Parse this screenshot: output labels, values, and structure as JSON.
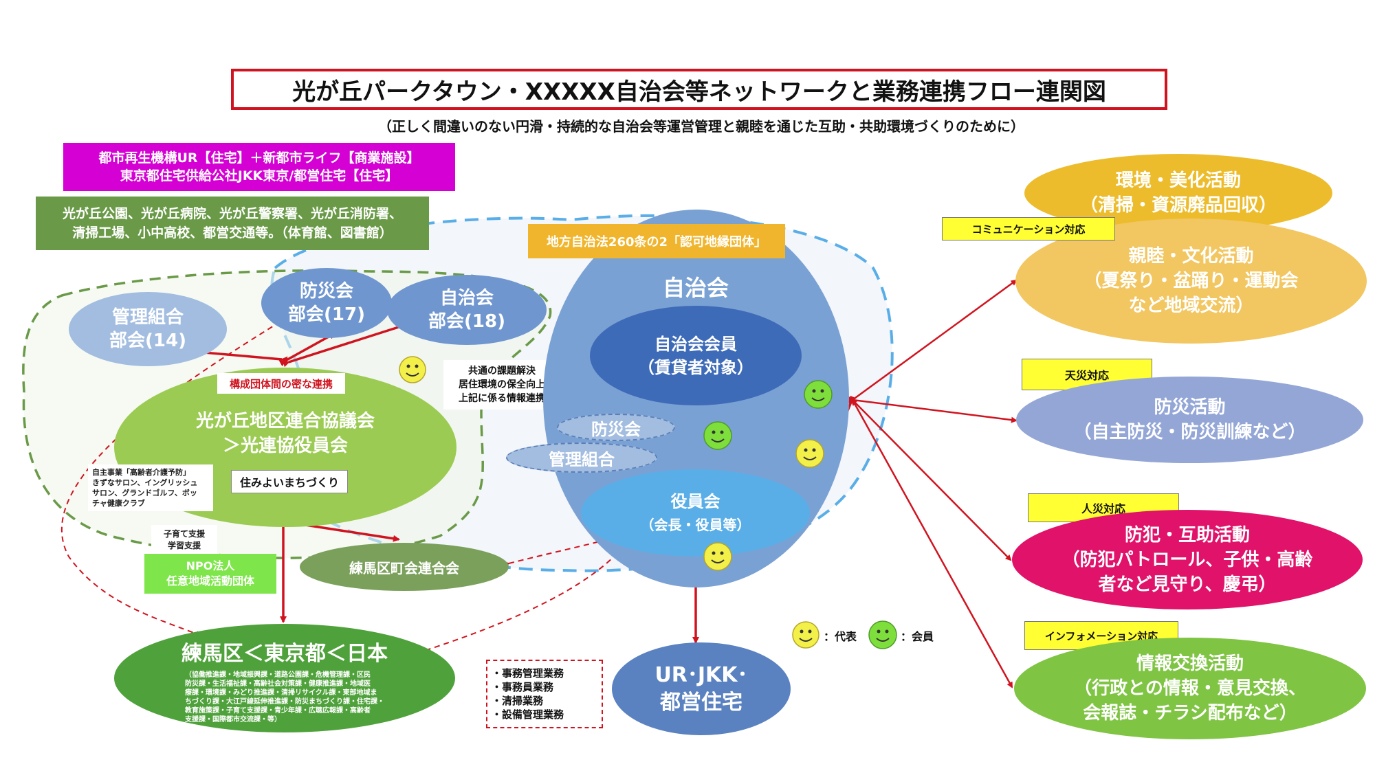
{
  "title": "光が丘パークタウン・XXXXX自治会等ネットワークと業務連携フロー連関図",
  "subtitle": "（正しく間違いのない円滑・持続的な自治会等運営管理と親睦を通じた互助・共助環境づくりのために）",
  "top_left": {
    "magenta_line1": "都市再生機構UR【住宅】＋新都市ライフ【商業施設】",
    "magenta_line2": "東京都住宅供給公社JKK東京/都営住宅【住宅】",
    "green_line1": "光が丘公園、光が丘病院、光が丘警察署、光が丘消防署、",
    "green_line2": "清掃工場、小中高校、都営交通等。（体育館、図書館）"
  },
  "left_cluster": {
    "kanri_kumiai": [
      "管理組合",
      "部会(14)"
    ],
    "bousai_bukai": [
      "防災会",
      "部会(17)"
    ],
    "jichikai_bukai": [
      "自治会",
      "部会(18)"
    ],
    "renkei_label": "構成団体間の密な連携",
    "kyougikai": [
      "光が丘地区連合協議会",
      "＞光連協役員会"
    ],
    "sumiyoi": "住みよいまちづくり",
    "jishu_jigyou": [
      "自主事業「高齢者介護予防」",
      "きずなサロン、イングリッシュ",
      "サロン、グランドゴルフ、ボッ",
      "チャ健康クラブ"
    ],
    "kosodate": [
      "子育て支援",
      "学習支援"
    ],
    "npo": [
      "NPO法人",
      "任意地域活動団体"
    ],
    "chokai": "練馬区町会連合会",
    "kyoutsuu": [
      "共通の課題解決",
      "居住環境の保全向上",
      "上記に係る情報連携"
    ]
  },
  "gov": {
    "title": "練馬区＜東京都＜日本",
    "details": [
      "（協働推進課・地域振興課・道路公園課・危機管理課・区民",
      "防災課・生活福祉課・高齢社会対策課・健康推進課・地域医",
      "療課・環境課・みどり推進課・清掃リサイクル課・東部地域ま",
      "ちづくり課・大江戸線延伸推進課・防災まちづくり課・住宅課・",
      "教育施策課・子育て支援課・青少年課・広聴広報課・高齢者",
      "支援課・国際都市交流課・等）"
    ]
  },
  "center": {
    "ninka_label": "地方自治法260条の2「認可地縁団体」",
    "jichikai": "自治会",
    "kaiin": [
      "自治会会員",
      "（賃貸者対象）"
    ],
    "bousaikai": "防災会",
    "kanri": "管理組合",
    "yakuin": [
      "役員会",
      "（会長・役員等）"
    ],
    "ur": [
      "UR･JKK･",
      "都営住宅"
    ],
    "gyoumu": [
      "・事務管理業務",
      "・事務員業務",
      "・清掃業務",
      "・設備管理業務"
    ]
  },
  "right": {
    "kankyo": [
      "環境・美化活動",
      "（清掃・資源廃品回収）"
    ],
    "comm_tag": "コミュニケーション対応",
    "shinboku": [
      "親睦・文化活動",
      "（夏祭り・盆踊り・運動会",
      "など地域交流）"
    ],
    "tensai_tag": "天災対応",
    "bousai": [
      "防災活動",
      "（自主防災・防災訓練など）"
    ],
    "jinsai_tag": "人災対応",
    "bouhan": [
      "防犯・互助活動",
      "（防犯パトロール、子供・高齢",
      "者など見守り、慶弔）"
    ],
    "info_tag": "インフォメーション対応",
    "jouhou": [
      "情報交換活動",
      "（行政との情報・意見交換、",
      "会報誌・チラシ配布など）"
    ]
  },
  "legend": {
    "daihyo": "：代表",
    "kaiin": "：会員"
  },
  "colors": {
    "title_border": "#d0141f",
    "magenta": "#d400d4",
    "dark_green": "#6a9a48",
    "light_green": "#9bcb52",
    "center_blue": "#7aa1d4",
    "dark_blue": "#3d6bb8",
    "light_blue": "#5aaee8",
    "gold": "#ecbc2c",
    "light_gold": "#f2c660",
    "lavender": "#93a6d6",
    "crimson": "#e0126a",
    "green": "#7fc443",
    "yellow_tag": "#ffff33",
    "arrow_red": "#d0141f"
  }
}
